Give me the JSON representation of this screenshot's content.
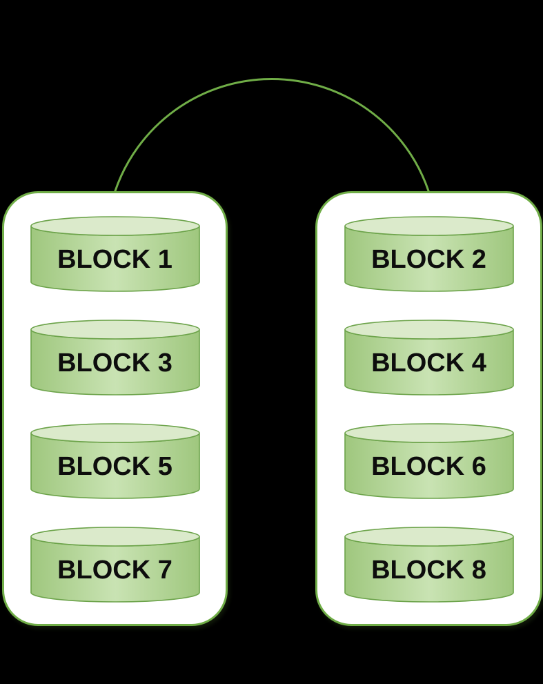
{
  "canvas": {
    "background_color": "#000000",
    "accent_color": "#70ad47",
    "cylinder_edge_color": "#9fc77e",
    "cylinder_center_color": "#c9e3b3",
    "cylinder_top_color": "#dbeacb",
    "label_color": "#0d0d0d"
  },
  "connector": {
    "shape": "arc",
    "from": "left-panel-top",
    "to": "right-panel-top"
  },
  "panels": [
    {
      "id": "left",
      "blocks": [
        "BLOCK 1",
        "BLOCK 3",
        "BLOCK 5",
        "BLOCK 7"
      ]
    },
    {
      "id": "right",
      "blocks": [
        "BLOCK 2",
        "BLOCK 4",
        "BLOCK 6",
        "BLOCK 8"
      ]
    }
  ]
}
